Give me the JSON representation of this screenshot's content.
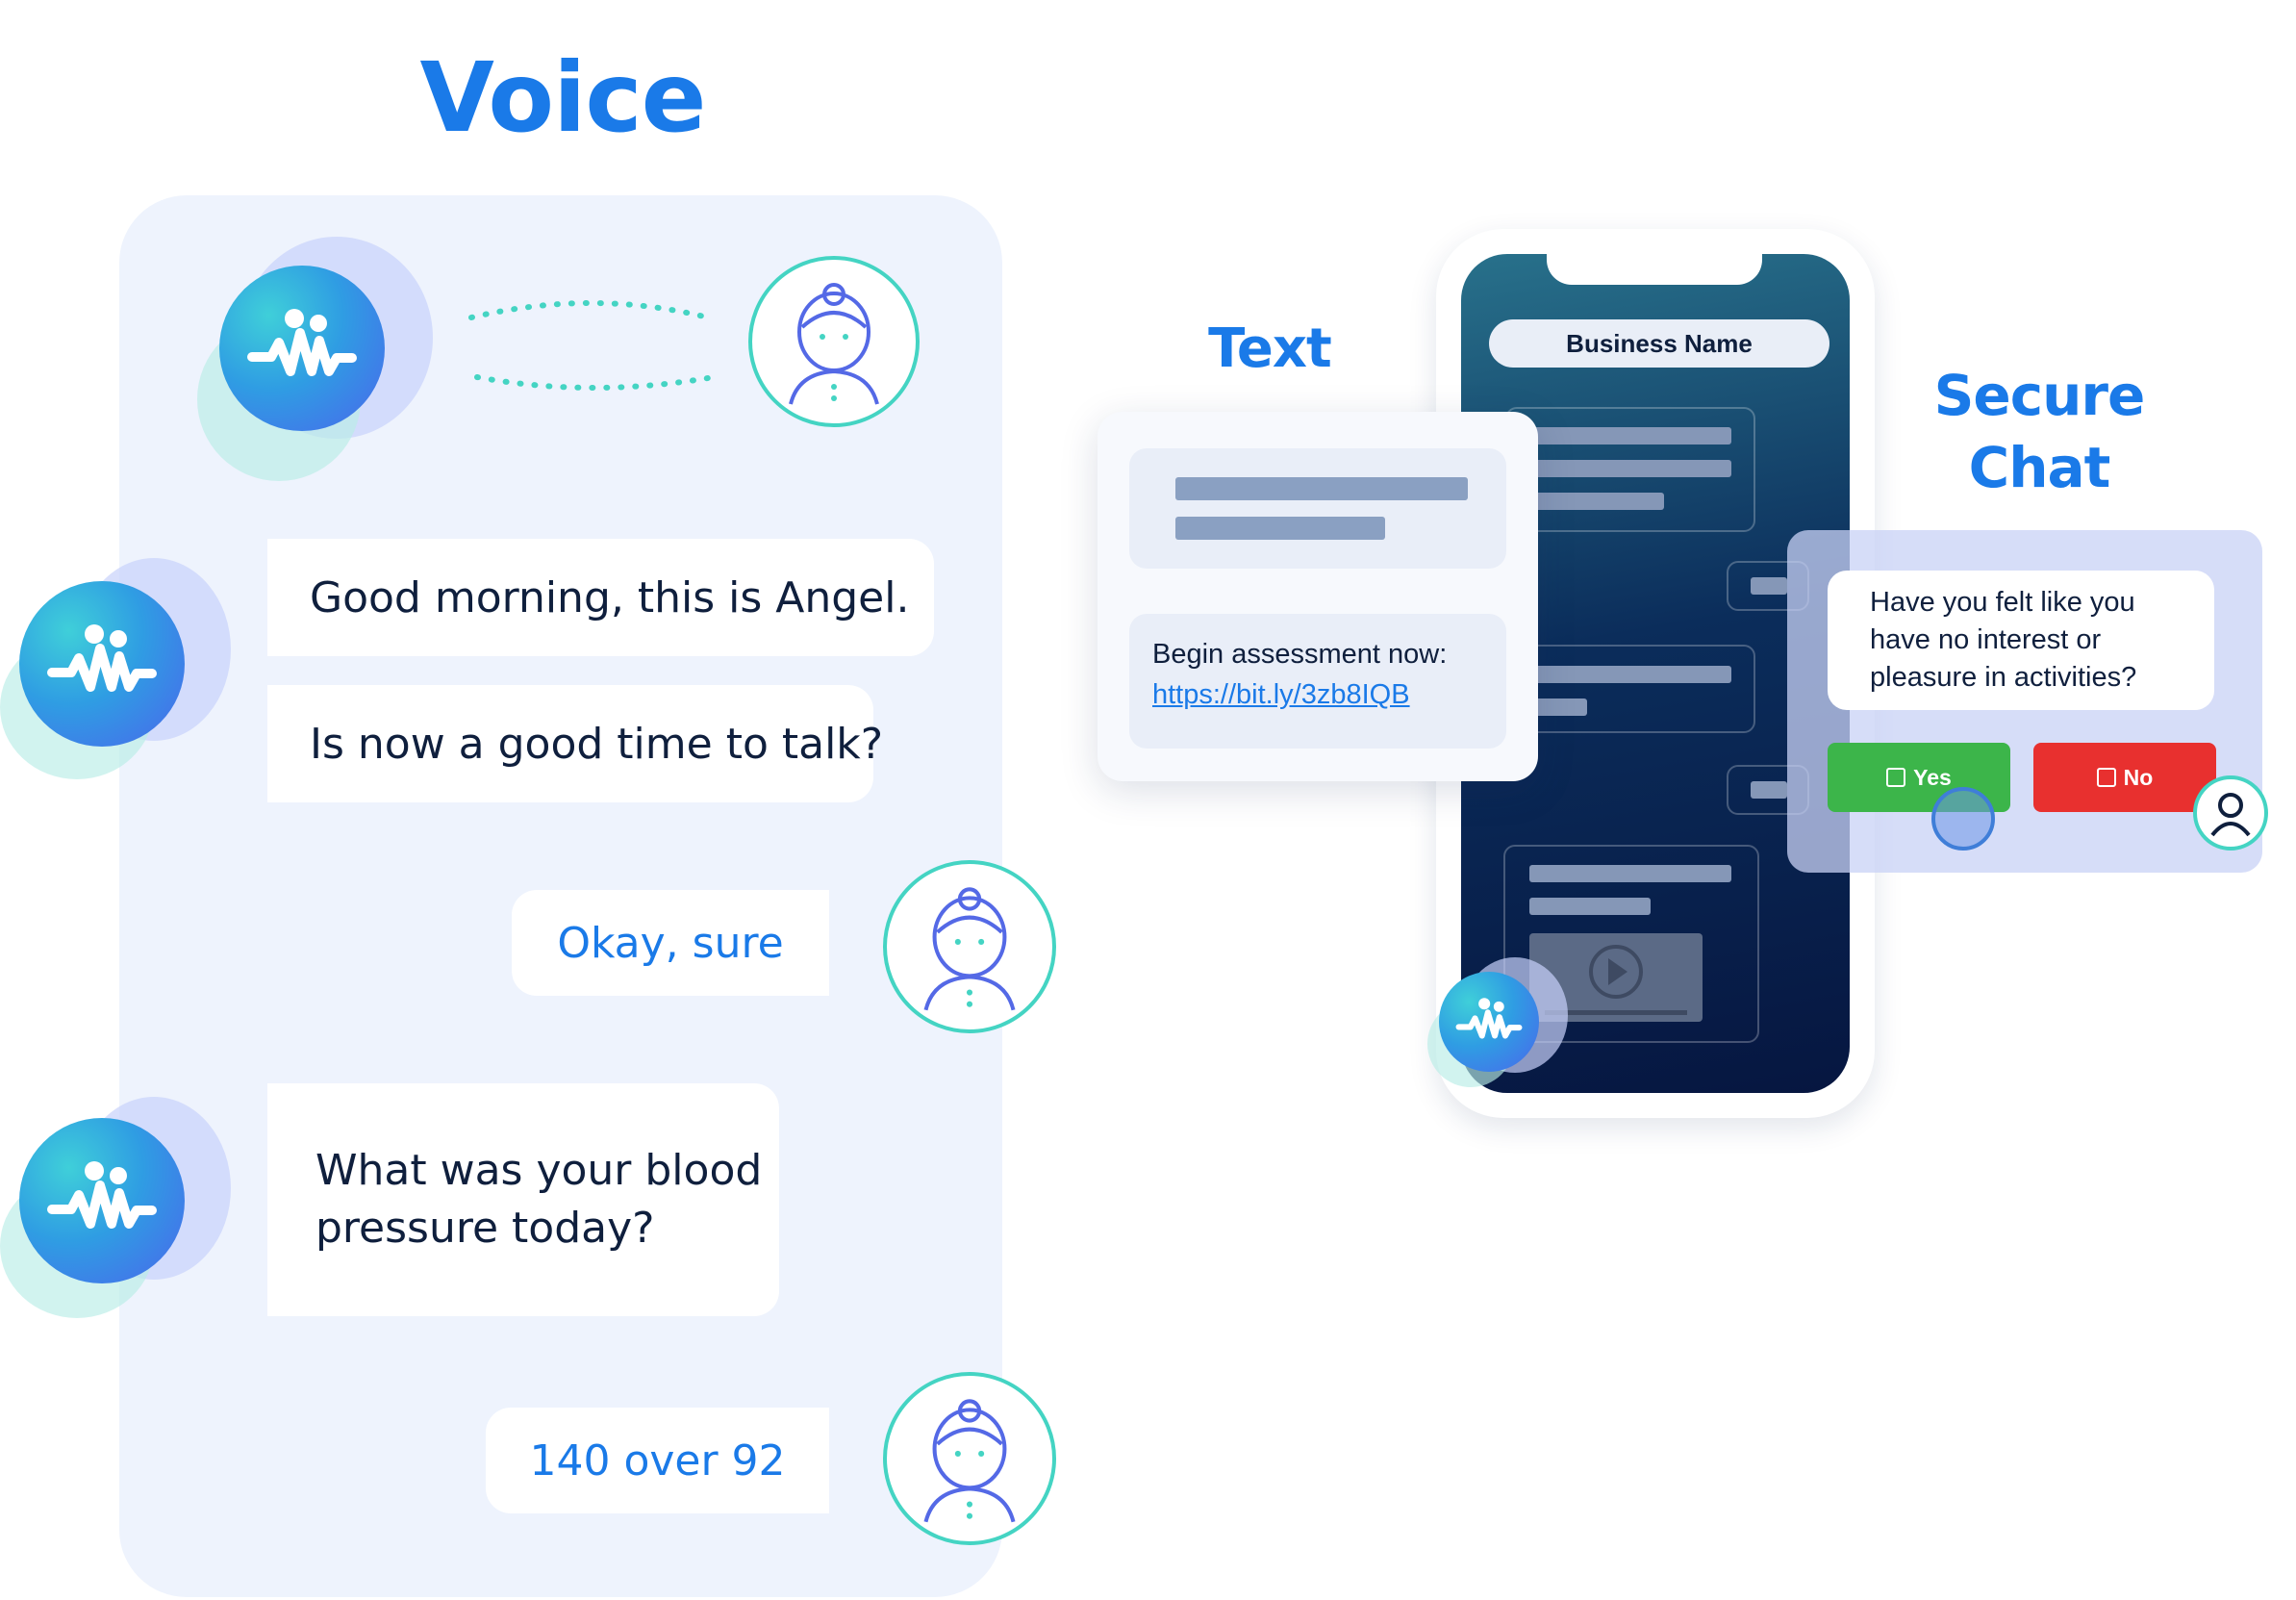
{
  "headings": {
    "voice": "Voice",
    "text": "Text",
    "secure_chat_line1": "Secure",
    "secure_chat_line2": "Chat"
  },
  "voice": {
    "agent_1": "Good morning, this is Angel.",
    "agent_2": "Is now a good time to talk?",
    "user_1": "Okay, sure",
    "agent_3_line1": "What was your blood",
    "agent_3_line2": "pressure today?",
    "user_2": "140 over 92"
  },
  "phone": {
    "business_name": "Business Name"
  },
  "sms": {
    "message": "Begin assessment now:",
    "link": "https://bit.ly/3zb8IQB"
  },
  "secure_chat": {
    "question_line1": "Have you felt like you",
    "question_line2": "have no interest or",
    "question_line3": "pleasure in activities?",
    "yes_label": "Yes",
    "no_label": "No"
  },
  "colors": {
    "accent": "#1a7ae8",
    "teal": "#44d4c3",
    "yes": "#3cb54a",
    "no": "#e8302f",
    "panel": "#eef3fd"
  }
}
